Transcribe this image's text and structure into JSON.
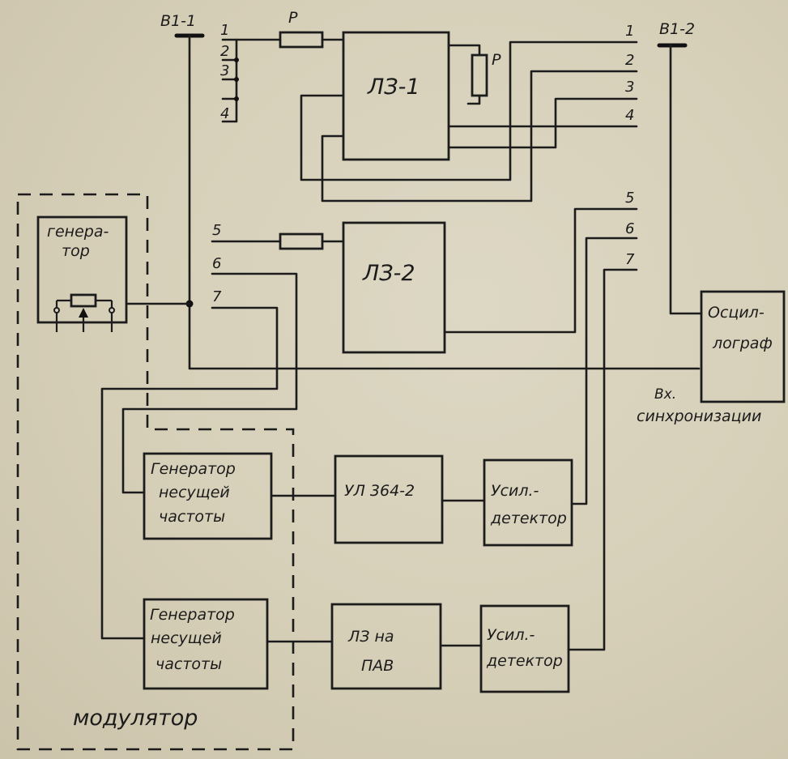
{
  "switches": {
    "b1_1": "В1-1",
    "b1_2": "В1-2"
  },
  "pins_left": [
    "1",
    "2",
    "3",
    "4"
  ],
  "pins_right_top": [
    "1",
    "2",
    "3",
    "4"
  ],
  "pins_mid_left": [
    "5",
    "6",
    "7"
  ],
  "pins_mid_right": [
    "5",
    "6",
    "7"
  ],
  "resistors": {
    "r1": "Р",
    "r2": "Р"
  },
  "blocks": {
    "lz1": "ЛЗ-1",
    "lz2": "ЛЗ-2",
    "generator": {
      "line1": "генера-",
      "line2": "тор"
    },
    "osc": {
      "line1": "Осцил-",
      "line2": "лограф"
    },
    "carrier1": {
      "line1": "Генератор",
      "line2": "несущей",
      "line3": "частоты"
    },
    "carrier2": {
      "line1": "Генератор",
      "line2": "несущей",
      "line3": "частоты"
    },
    "ul364": "УЛ 364-2",
    "lz_pav": {
      "line1": "ЛЗ   на",
      "line2": "ПАВ"
    },
    "amp1": {
      "line1": "Усил.-",
      "line2": "детектор"
    },
    "amp2": {
      "line1": "Усил.-",
      "line2": "детектор"
    }
  },
  "sync_input": {
    "line1": "Вх.",
    "line2": "синхронизации"
  },
  "modulator": "модулятор"
}
